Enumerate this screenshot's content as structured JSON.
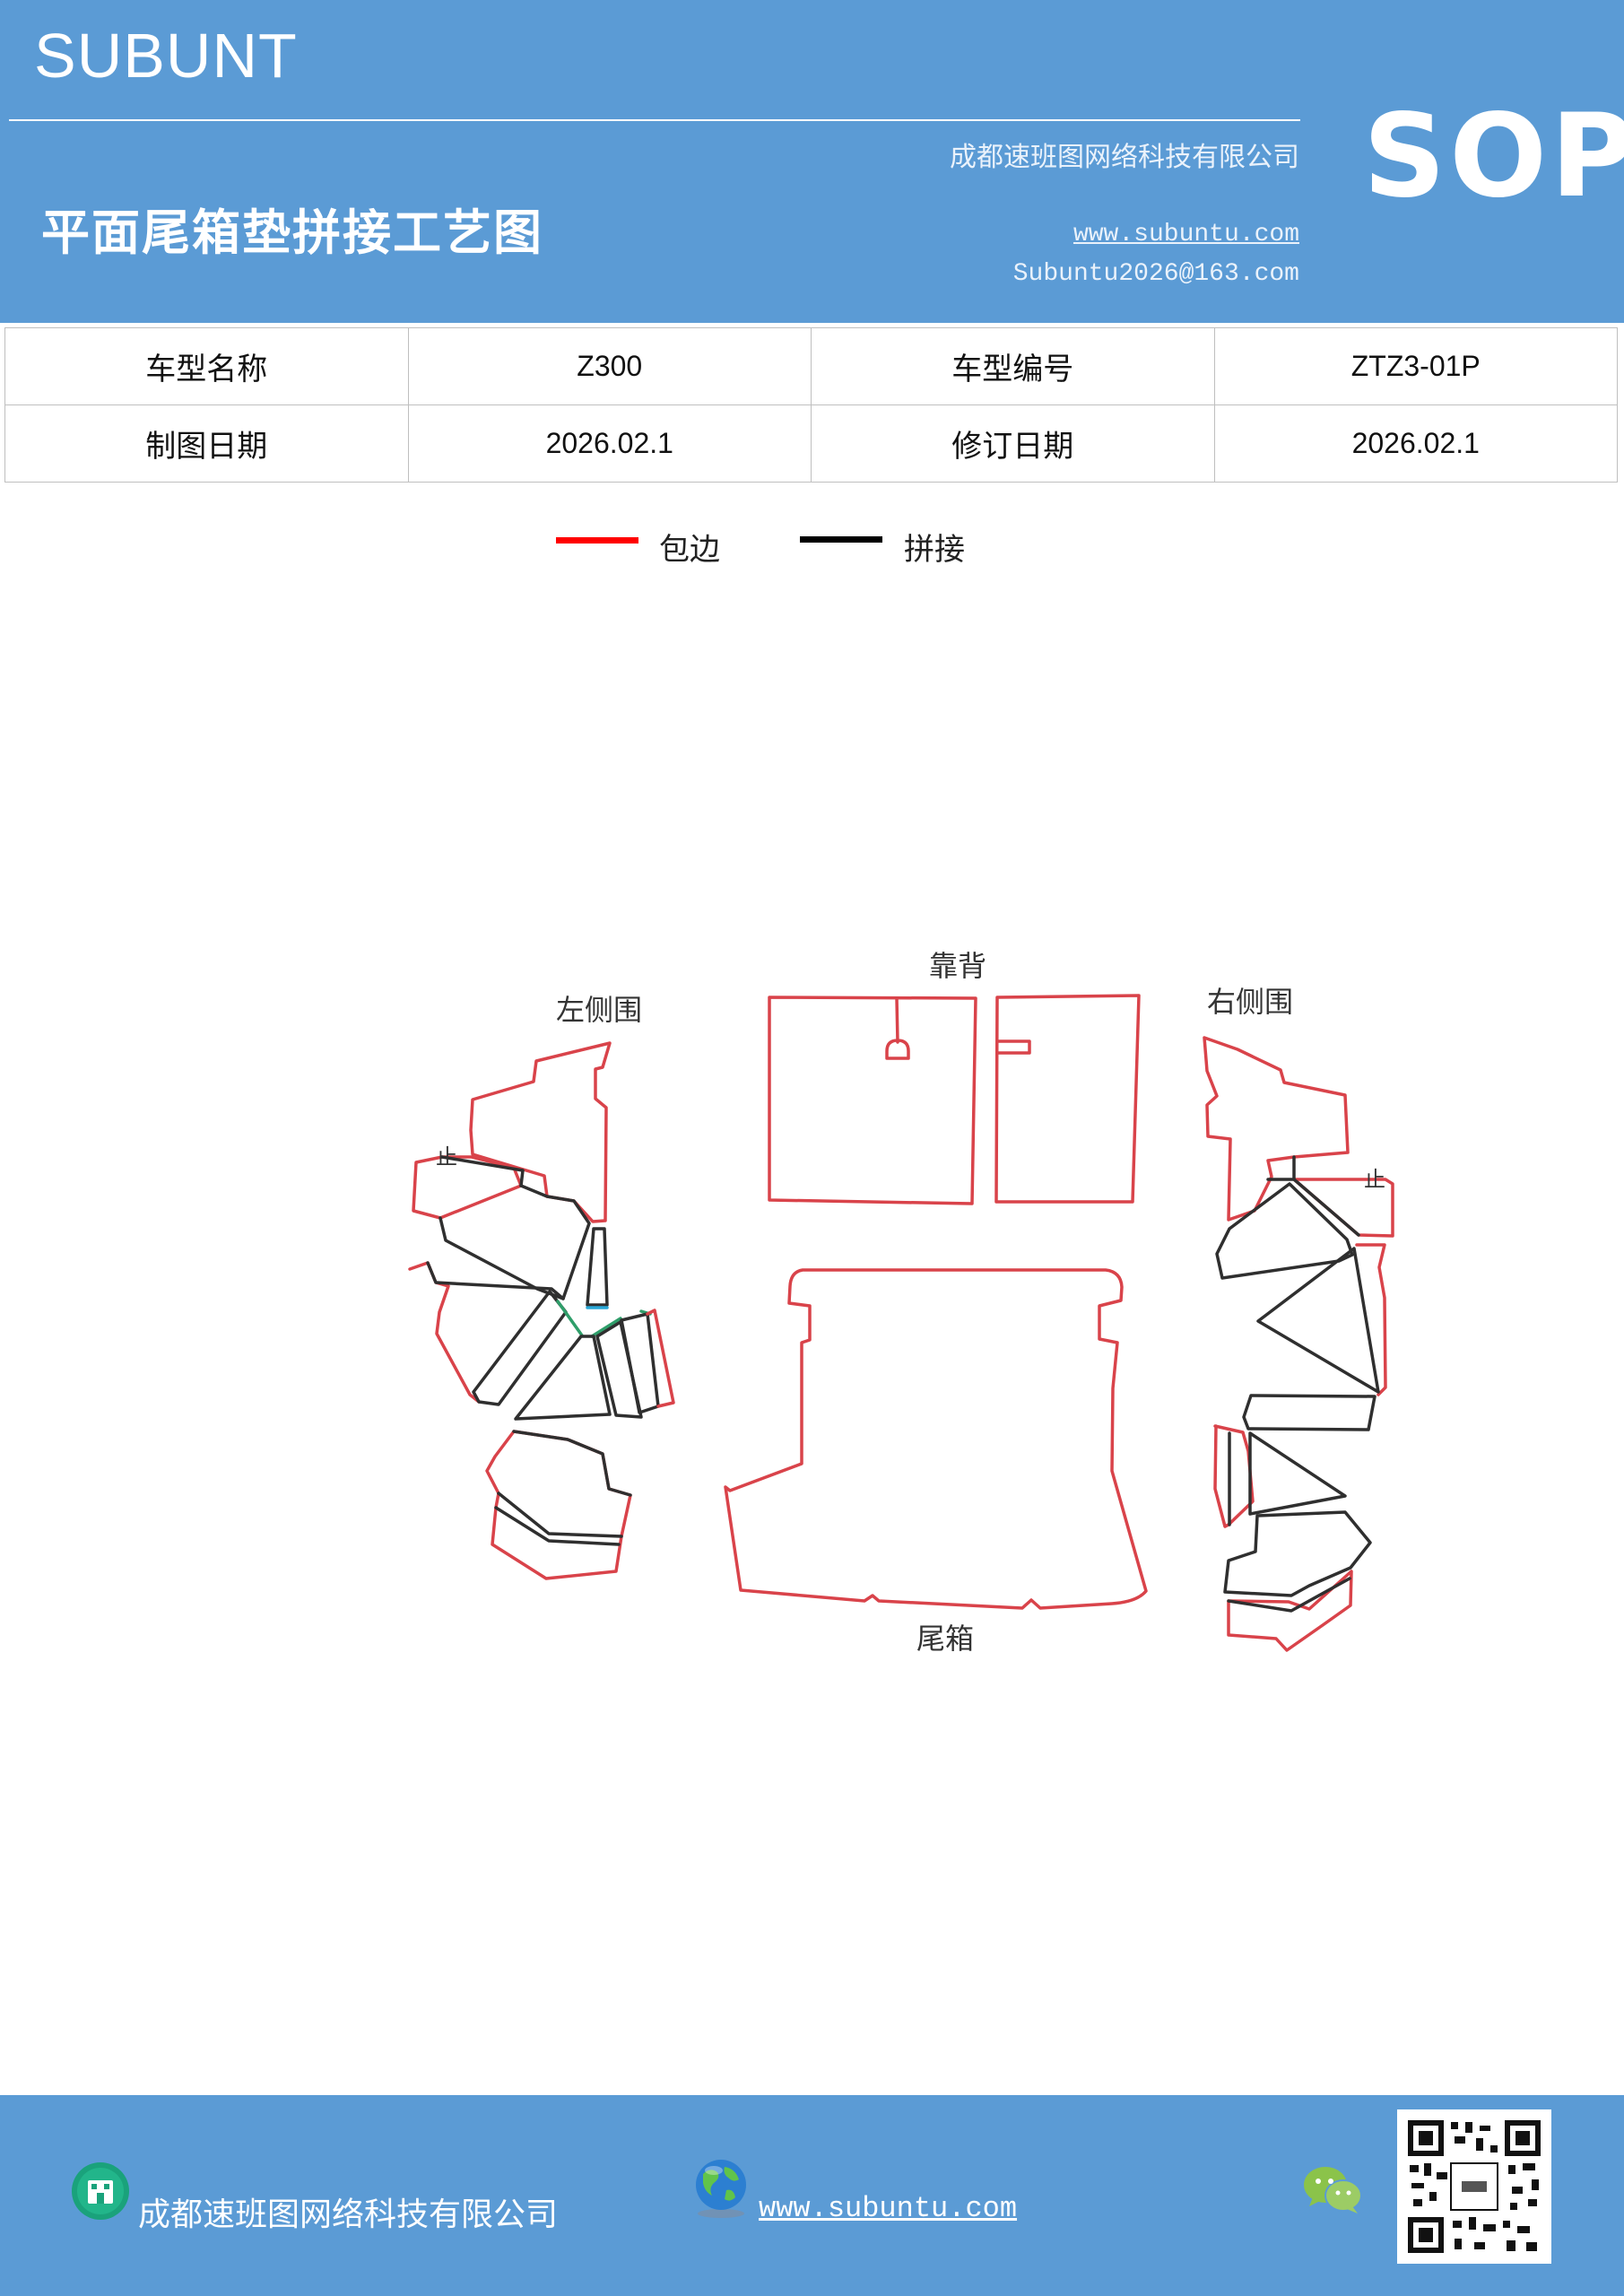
{
  "header": {
    "brand": "SUBUNT",
    "company": "成都速班图网络科技有限公司",
    "title": "平面尾箱垫拼接工艺图",
    "website": "www.subuntu.com",
    "email": "Subuntu2026@163.com",
    "badge": "SOP"
  },
  "info_table": {
    "rows": [
      [
        {
          "label": "车型名称",
          "value": "Z300"
        },
        {
          "label": "车型编号",
          "value": "ZTZ3-01P"
        }
      ],
      [
        {
          "label": "制图日期",
          "value": "2026.02.1"
        },
        {
          "label": "修订日期",
          "value": "2026.02.1"
        }
      ]
    ]
  },
  "legend": [
    {
      "label": "包边",
      "color": "#ff0000"
    },
    {
      "label": "拼接",
      "color": "#000000"
    }
  ],
  "diagram": {
    "labels": {
      "left": "左侧围",
      "back": "靠背",
      "right": "右侧围",
      "trunk": "尾箱"
    },
    "colors": {
      "edge": "#d9434a",
      "seam": "#2f2f2f",
      "accent_cyan": "#29a8d8",
      "accent_green": "#2f9e6a"
    }
  },
  "footer": {
    "company": "成都速班图网络科技有限公司",
    "website": "www.subuntu.com",
    "icons": [
      "building-icon",
      "globe-icon",
      "wechat-icon",
      "qr-code"
    ]
  }
}
